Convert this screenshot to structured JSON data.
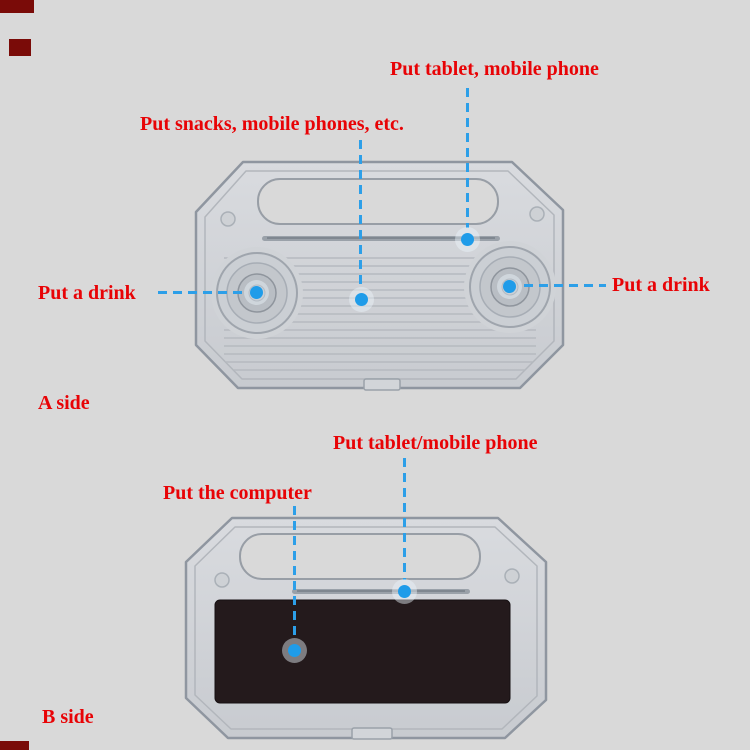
{
  "image": {
    "description_a": "A side of car tray table with cup holders and ribbed surface",
    "description_b": "B side of car tray table with mouse pad area"
  },
  "annotations": {
    "put_tablet_a": "Put tablet, mobile phone",
    "put_snacks": "Put snacks, mobile phones, etc.",
    "put_drink_left": "Put a drink",
    "put_drink_right": "Put a drink",
    "a_side": "A side",
    "put_tablet_b": "Put tablet/mobile phone",
    "put_computer": "Put the computer",
    "b_side": "B side"
  },
  "colors": {
    "background": "#d9d9d9",
    "label_text": "#e80306",
    "marker_dot": "#1f9ce9",
    "leader_line": "#2d9fe8",
    "tray_body": "#ced1d6",
    "mouse_pad": "#241a1c",
    "watermark": "#7a0b08"
  }
}
